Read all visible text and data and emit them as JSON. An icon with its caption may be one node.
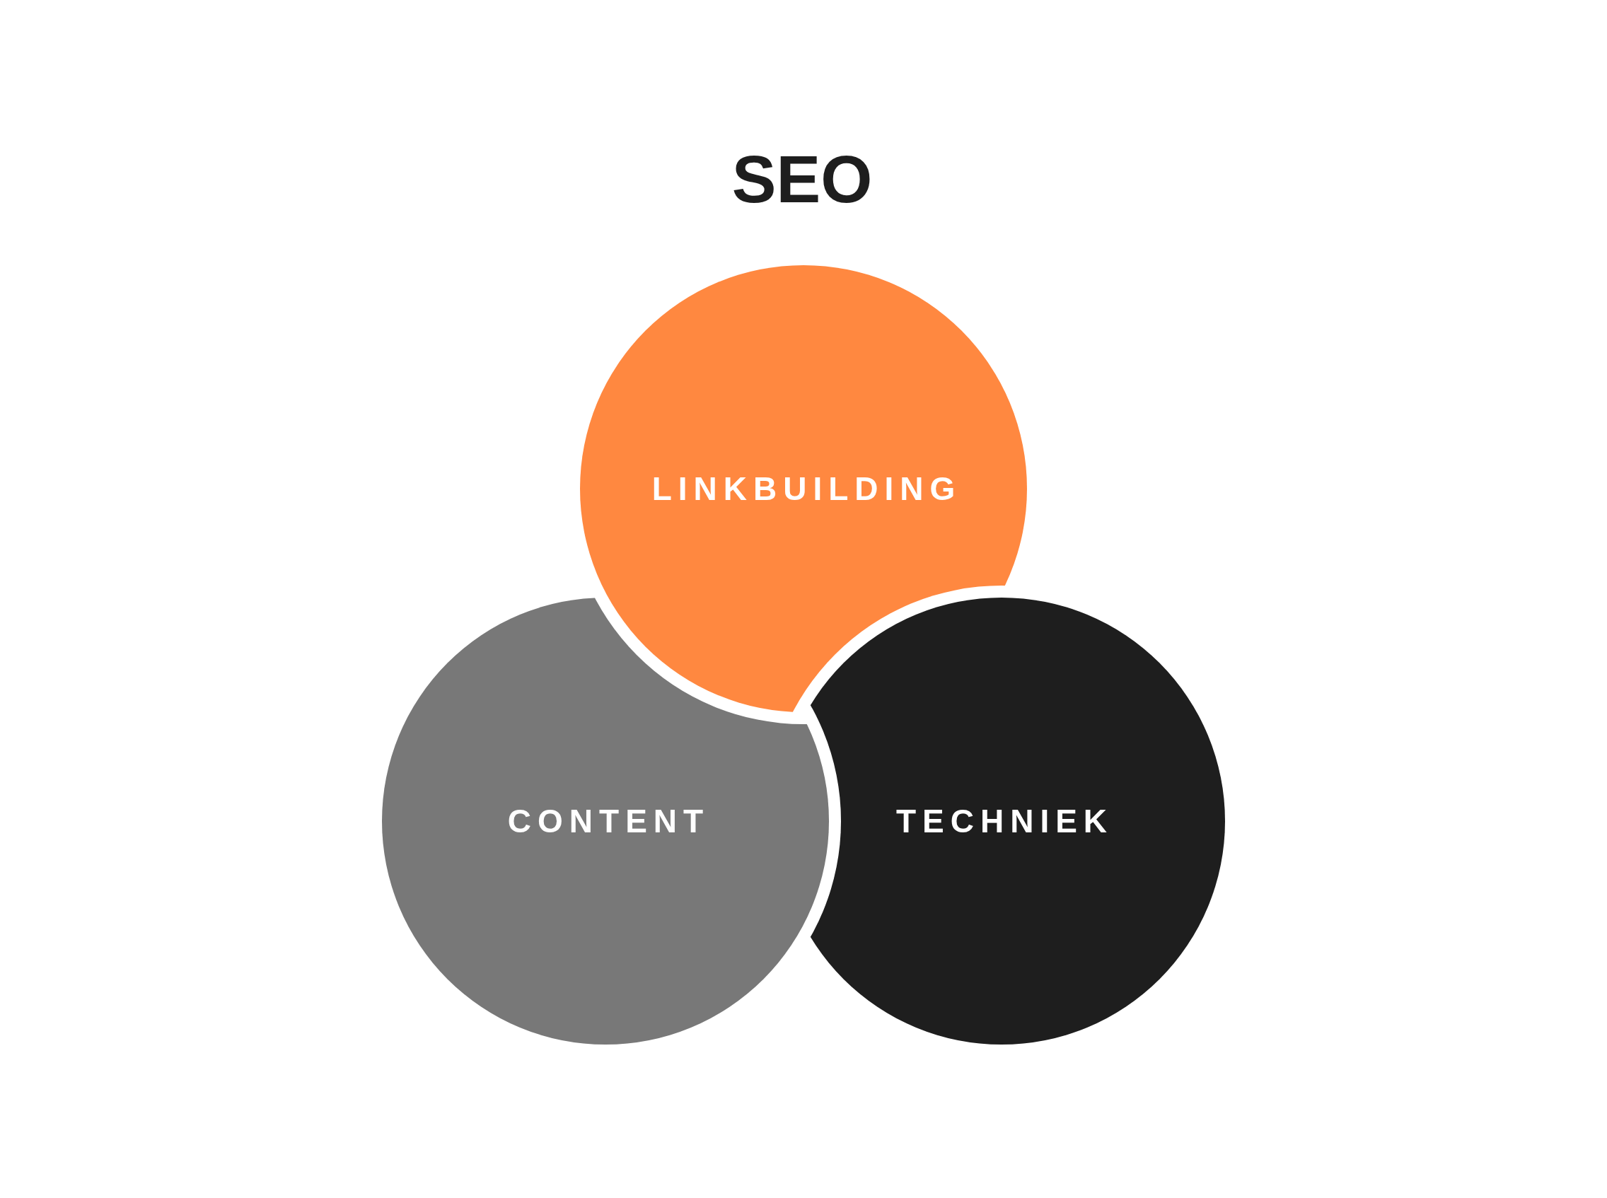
{
  "diagram": {
    "title": "SEO",
    "nodes": [
      {
        "text": [
          "LINKBUILDING"
        ]
      },
      {
        "text": [
          "CONTENT"
        ]
      },
      {
        "text": [
          "TECHNIEK"
        ]
      }
    ]
  }
}
